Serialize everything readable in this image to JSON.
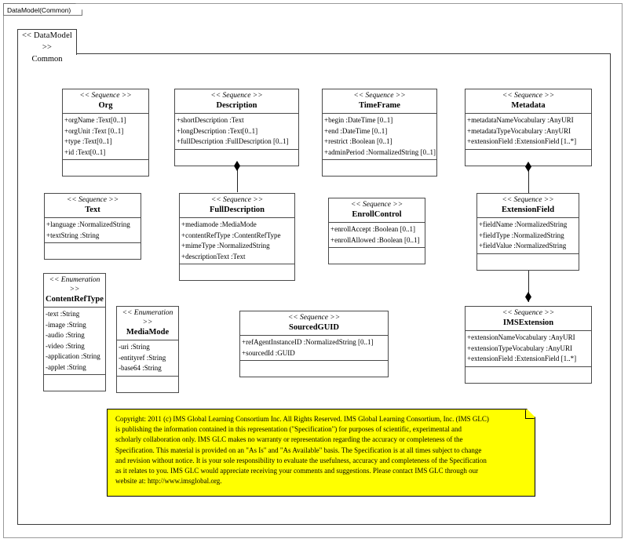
{
  "frame": {
    "tab_label": "DataModel(Common)"
  },
  "package": {
    "stereotype": "<< DataModel >>",
    "name": "Common"
  },
  "classes": [
    {
      "id": "org",
      "stereotype": "<< Sequence >>",
      "name": "Org",
      "attributes": [
        "+orgName :Text[0..1]",
        "+orgUnit :Text [0..1]",
        "+type :Text[0..1]",
        "+id :Text[0..1]"
      ]
    },
    {
      "id": "description",
      "stereotype": "<< Sequence >>",
      "name": "Description",
      "attributes": [
        "+shortDescription  :Text",
        "+longDescription  :Text[0..1]",
        "+fullDescription  :FullDescription  [0..1]"
      ]
    },
    {
      "id": "timeframe",
      "stereotype": "<< Sequence >>",
      "name": "TimeFrame",
      "attributes": [
        "+begin :DateTime [0..1]",
        "+end :DateTime [0..1]",
        "+restrict :Boolean [0..1]",
        "+adminPeriod :NormalizedString  [0..1]"
      ]
    },
    {
      "id": "metadata",
      "stereotype": "<< Sequence >>",
      "name": "Metadata",
      "attributes": [
        "+metadataNameVocabulary  :AnyURI",
        "+metadataTypeVocabulary  :AnyURI",
        "+extensionField  :ExtensionField  [1..*]"
      ]
    },
    {
      "id": "text",
      "stereotype": "<< Sequence >>",
      "name": "Text",
      "attributes": [
        "+language :NormalizedString",
        "+textString  :String"
      ]
    },
    {
      "id": "fulldescription",
      "stereotype": "<< Sequence >>",
      "name": "FullDescription",
      "attributes": [
        "+mediamode :MediaMode",
        "+contentRefType  :ContentRefType",
        "+mimeType  :NormalizedString",
        "+descriptionText  :Text"
      ]
    },
    {
      "id": "enrollcontrol",
      "stereotype": "<< Sequence >>",
      "name": "EnrollControl",
      "attributes": [
        "+enrollAccept  :Boolean [0..1]",
        "+enrollAllowed  :Boolean [0..1]"
      ]
    },
    {
      "id": "extensionfield",
      "stereotype": "<< Sequence >>",
      "name": "ExtensionField",
      "attributes": [
        "+fieldName :NormalizedString",
        "+fieldType  :NormalizedString",
        "+fieldValue  :NormalizedString"
      ]
    },
    {
      "id": "contentreftype",
      "stereotype": "<< Enumeration  >>",
      "name": "ContentRefType",
      "attributes": [
        "-text :String",
        "-image :String",
        "-audio :String",
        "-video :String",
        "-application  :String",
        "-applet :String"
      ]
    },
    {
      "id": "mediamode",
      "stereotype": "<< Enumeration  >>",
      "name": "MediaMode",
      "attributes": [
        "-uri :String",
        "-entityref  :String",
        "-base64 :String"
      ]
    },
    {
      "id": "sourcedguid",
      "stereotype": "<< Sequence >>",
      "name": "SourcedGUID",
      "attributes": [
        "+refAgentInstanceID  :NormalizedString  [0..1]",
        "+sourcedId :GUID"
      ]
    },
    {
      "id": "imsextension",
      "stereotype": "<< Sequence >>",
      "name": "IMSExtension",
      "attributes": [
        "+extensionNameVocabulary  :AnyURI",
        "+extensionTypeVocabulary  :AnyURI",
        "+extensionField  :ExtensionField  [1..*]"
      ]
    }
  ],
  "connectors": [
    {
      "from": "description",
      "to": "fulldescription",
      "type": "composition"
    },
    {
      "from": "metadata",
      "to": "extensionfield",
      "type": "composition"
    },
    {
      "from": "extensionfield",
      "to": "imsextension",
      "type": "composition"
    }
  ],
  "note": {
    "colors": {
      "fill": "#ffff00",
      "border": "#000000"
    },
    "lines": [
      "Copyright: 2011 (c) IMS Global Learning Consortium Inc.  All Rights Reserved.  IMS Global Learning Consortium, Inc. (IMS GLC)",
      "is publishing the information contained in this representation (\"Specification\") for purposes of scientific, experimental and",
      "scholarly collaboration only.  IMS GLC makes no warranty or representation regarding  the accuracy or completeness of the",
      "Specification.  This material is provided on an \"As Is\" and \"As Available\" basis.  The Specification is at all times subject to change",
      "and revision without notice.  It is your sole responsibility to evaluate the usefulness, accuracy and completeness of the Specification",
      "as it relates to you.  IMS GLC would appreciate receiving your comments and suggestions.  Please contact IMS GLC through our",
      "website at: http://www.imsglobal.org."
    ]
  }
}
